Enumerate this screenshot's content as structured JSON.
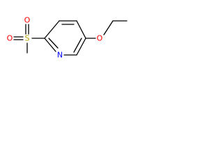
{
  "molecule": {
    "atoms": {
      "sulfur": {
        "label": "S",
        "color": "#b8a000"
      },
      "oxygen_top": {
        "label": "O",
        "color": "#ff0000"
      },
      "oxygen_bottom": {
        "label": "O",
        "color": "#ff0000"
      },
      "nitrogen": {
        "label": "N",
        "color": "#0000ff"
      },
      "oxygen_ether": {
        "label": "O",
        "color": "#ff0000"
      }
    },
    "bond_color": "#000000"
  }
}
